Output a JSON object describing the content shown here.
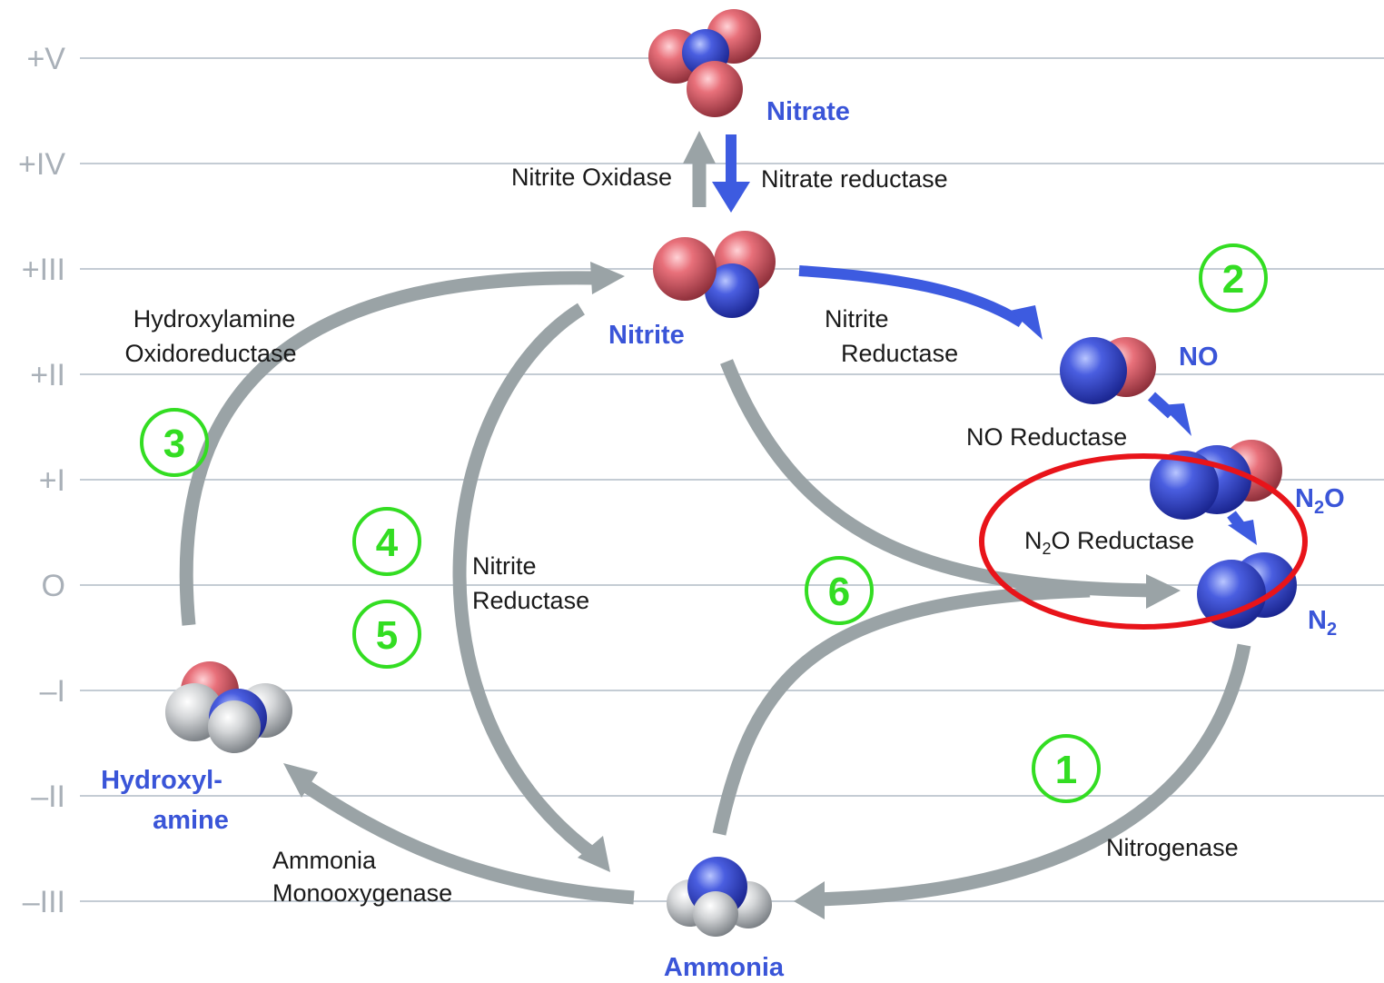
{
  "oxidation_levels": [
    "+V",
    "+IV",
    "+III",
    "+II",
    "+I",
    "O",
    "–I",
    "–II",
    "–III"
  ],
  "molecules": {
    "nitrate": "Nitrate",
    "nitrite": "Nitrite",
    "no": "NO",
    "n2o": {
      "base": "N",
      "sub": "2",
      "rest": "O"
    },
    "n2": {
      "base": "N",
      "sub": "2"
    },
    "hydroxylamine_line1": "Hydroxyl-",
    "hydroxylamine_line2": "amine",
    "ammonia": "Ammonia"
  },
  "enzymes": {
    "nitrite_oxidase": "Nitrite Oxidase",
    "nitrate_reductase": "Nitrate reductase",
    "nitrite_reductase_top_line1": "Nitrite",
    "nitrite_reductase_top_line2": "Reductase",
    "no_reductase": "NO Reductase",
    "n2o_reductase": {
      "base": "N",
      "sub": "2",
      "rest": "O Reductase"
    },
    "hao_line1": "Hydroxylamine",
    "hao_line2": "Oxidoreductase",
    "nitrite_reductase_mid_line1": "Nitrite",
    "nitrite_reductase_mid_line2": "Reductase",
    "amo_line1": "Ammonia",
    "amo_line2": "Monooxygenase",
    "nitrogenase": "Nitrogenase"
  },
  "steps": [
    "1",
    "2",
    "3",
    "4",
    "5",
    "6"
  ],
  "colors": {
    "oxygen": "#e0606a",
    "nitrogen": "#3d50d8",
    "hydrogen": "#d8d8d8",
    "gray_arrow": "#9aa3a6",
    "blue_arrow": "#3d5be0",
    "step_green": "#33dd22",
    "highlight_red": "#e8141a",
    "gridline": "#c4ccd4"
  },
  "icons": [
    "atom-sphere",
    "arrow-head",
    "highlight-ellipse"
  ]
}
